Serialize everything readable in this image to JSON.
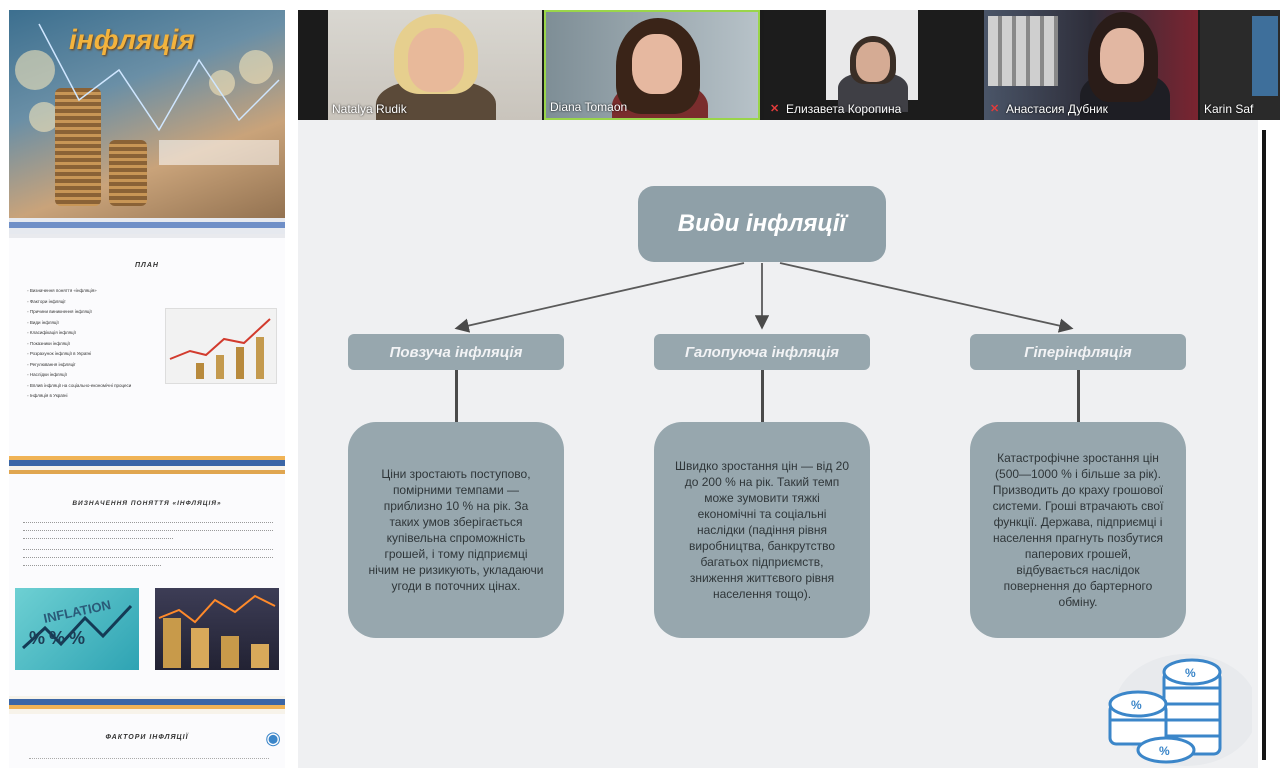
{
  "thumbnails": {
    "slide1": {
      "title": "інфляція"
    },
    "slide2": {
      "header": "ПЛАН",
      "items": [
        "Визначення поняття «інфляція»",
        "Фактори інфляції",
        "Причини виникнення інфляції",
        "Види інфляції",
        "Класифікація інфляції",
        "Показники інфляції",
        "Розрахунок інфляції в Україні",
        "Регулювання інфляції",
        "Наслідки інфляції",
        "Вплив інфляції на соціально-економічні процеси",
        "Інфляція в Україні"
      ]
    },
    "slide3": {
      "header": "ВИЗНАЧЕННЯ ПОНЯТТЯ «ІНФЛЯЦІЯ»",
      "image_label": "INFLATION"
    },
    "slide4": {
      "header": "ФАКТОРИ ІНФЛЯЦІЇ"
    }
  },
  "participants": [
    {
      "name": "Natalya Rudik",
      "muted": false
    },
    {
      "name": "Diana Tomaon",
      "muted": false
    },
    {
      "name": "Елизавета Коропина",
      "muted": true
    },
    {
      "name": "Анастасия Дубник",
      "muted": true
    },
    {
      "name": "Karin Saf",
      "muted": false
    }
  ],
  "slide": {
    "title": "Види інфляції",
    "types": [
      {
        "name": "Повзуча інфляція",
        "description": "Ціни зростають поступово, помірними темпами — приблизно 10 % на рік. За таких умов зберігається купівельна спроможність грошей, і тому підприємці нічим не ризикують, укладаючи угоди в поточних цінах."
      },
      {
        "name": "Галопуюча інфляція",
        "description": "Швидко зростання цін — від 20 до 200 % на рік. Такий темп може зумовити тяжкі економічні та соціальні наслідки (падіння рівня виробництва, банкрутство багатьох підприємств, зниження життєвого рівня населення тощо)."
      },
      {
        "name": "Гіперінфляція",
        "description": "Катастрофічне зростання цін (500—1000 % і більше за рік). Призводить до краху грошової системи. Гроші втрачають свої функції. Держава, підприємці і населення прагнуть позбутися паперових грошей, відбувається наслідок повернення до бартерного обміну."
      }
    ]
  },
  "colors": {
    "box_fill": "#97a7ae",
    "title_fill": "#8fa0a8",
    "slide_bg": "#eff0f2",
    "thumb_title": "#f3b33d",
    "coin_blue": "#3b86c9"
  }
}
